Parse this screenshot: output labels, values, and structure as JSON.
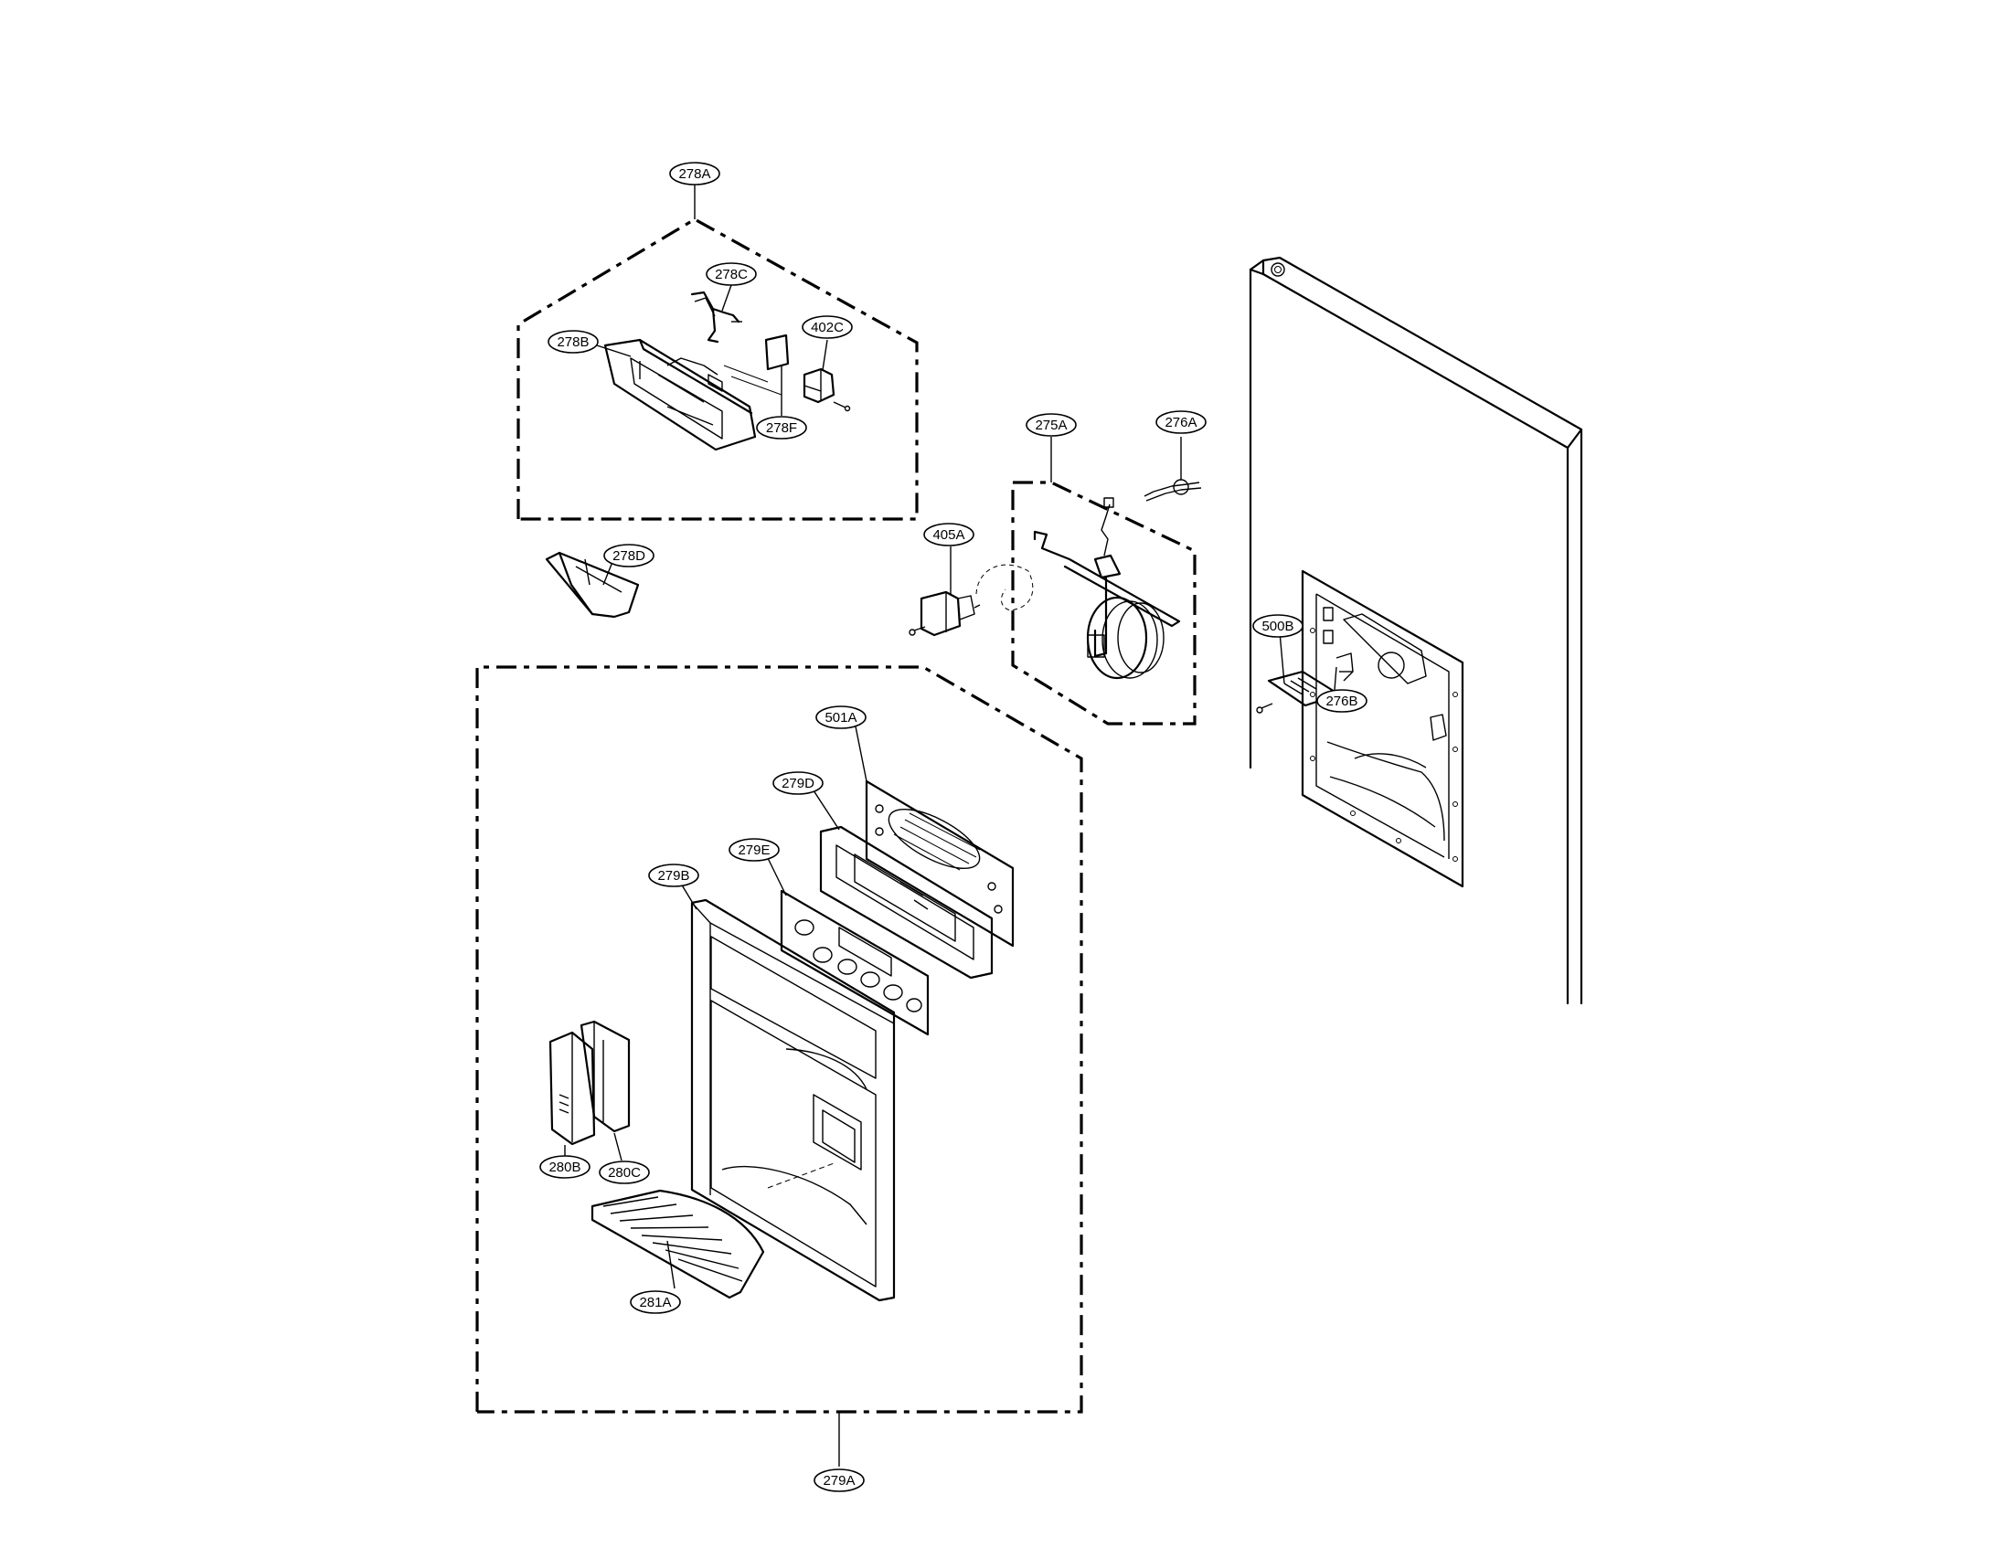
{
  "labels": {
    "p278A": "278A",
    "p278C": "278C",
    "p278B": "278B",
    "p402C": "402C",
    "p278F": "278F",
    "p275A": "275A",
    "p276A": "276A",
    "p405A": "405A",
    "p278D": "278D",
    "p500B": "500B",
    "p276B": "276B",
    "p501A": "501A",
    "p279D": "279D",
    "p279E": "279E",
    "p279B": "279B",
    "p280B": "280B",
    "p280C": "280C",
    "p281A": "281A",
    "p279A": "279A"
  }
}
